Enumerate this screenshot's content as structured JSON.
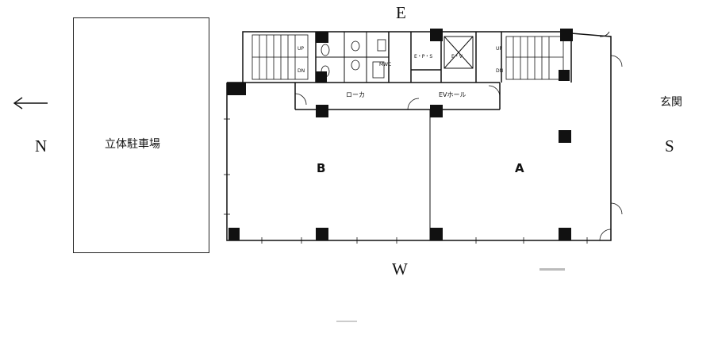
{
  "compass": {
    "east": "E",
    "west": "W",
    "north": "N",
    "south": "S"
  },
  "parking": {
    "label": "立体駐車場"
  },
  "entrance": {
    "label": "玄関"
  },
  "rooms": {
    "a": "A",
    "b": "B"
  },
  "corridor": {
    "label": "ローカ"
  },
  "ev_hall": {
    "label": "EVホール"
  },
  "eps": {
    "label": "E・P・S"
  },
  "ev": {
    "label": "E・V"
  },
  "mwc": {
    "label": "MWC"
  },
  "stairs": {
    "up_left": "UP",
    "dn_left": "DN",
    "up_right": "UP",
    "dn_right": "DN"
  },
  "icons": {
    "north_arrow": "arrow-left-icon"
  }
}
